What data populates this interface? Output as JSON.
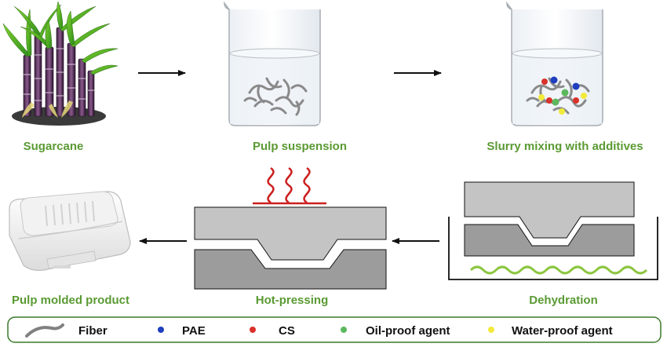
{
  "stages": {
    "sugarcane": "Sugarcane",
    "pulp_suspension": "Pulp suspension",
    "slurry_mixing": "Slurry mixing with additives",
    "dehydration": "Dehydration",
    "hot_pressing": "Hot-pressing",
    "pulp_molded_product": "Pulp molded product"
  },
  "legend": {
    "items": [
      {
        "label": "Fiber",
        "symbol": "fiber-strand",
        "color": "#808080"
      },
      {
        "label": "PAE",
        "symbol": "dot",
        "color": "#1f3fbf"
      },
      {
        "label": "CS",
        "symbol": "dot",
        "color": "#d9312b"
      },
      {
        "label": "Oil-proof agent",
        "symbol": "dot",
        "color": "#5cb85c"
      },
      {
        "label": "Water-proof agent",
        "symbol": "dot",
        "color": "#f2ea3a"
      }
    ]
  },
  "colors": {
    "label_green": "#5a9a33",
    "mold_top": "#c4c4c4",
    "mold_bottom": "#9c9c9c",
    "heat_red": "#cc1f1f",
    "filtrate_green": "#8cc63f",
    "legend_border": "#3a7a2a"
  }
}
